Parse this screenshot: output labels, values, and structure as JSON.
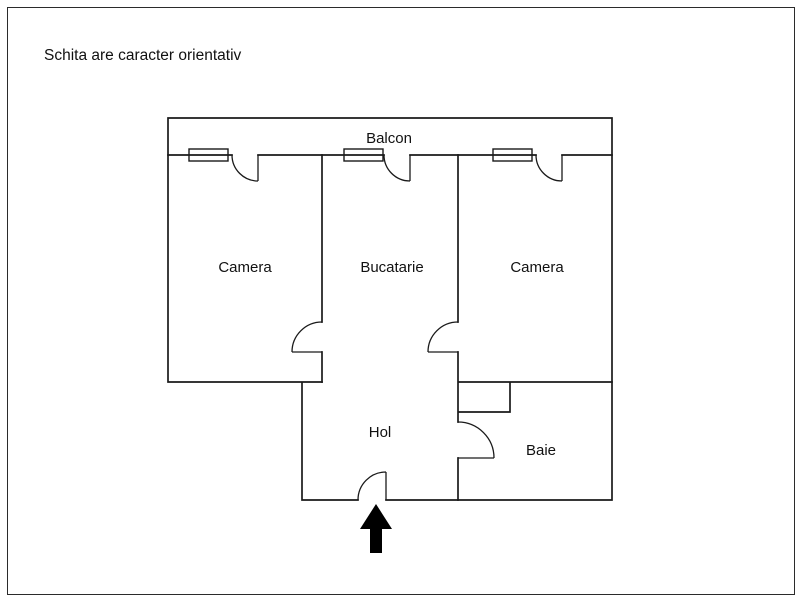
{
  "page": {
    "title": "Schita are caracter orientativ",
    "background": "#ffffff",
    "ink": "#000000"
  },
  "floorplan": {
    "rooms": {
      "balcon": "Balcon",
      "camera_left": "Camera",
      "bucatarie": "Bucatarie",
      "camera_right": "Camera",
      "hol": "Hol",
      "baie": "Baie"
    },
    "entrance_arrow": "up"
  }
}
